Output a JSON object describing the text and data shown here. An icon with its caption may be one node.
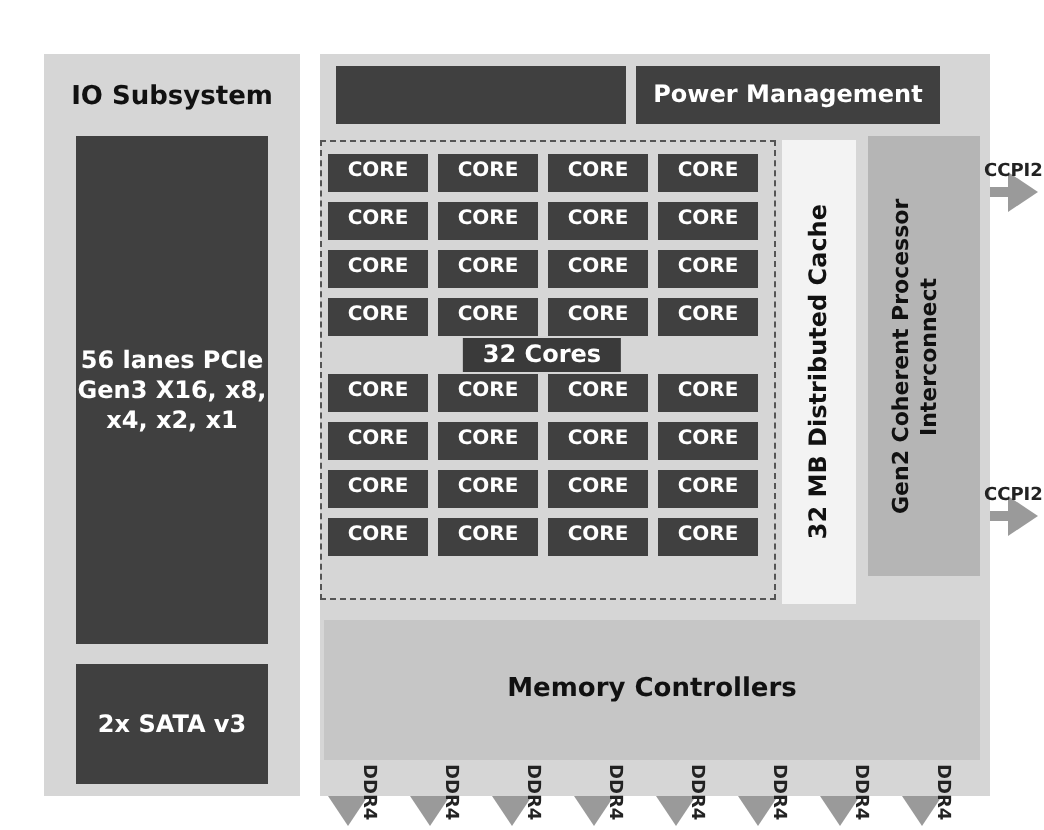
{
  "diagram": {
    "nodes": [
      {
        "text": [
          "IO Subsystem"
        ]
      },
      {
        "text": [
          "56 lanes PCIe Gen3 X16, x8, x4, x2, x1"
        ],
        "in": 0
      },
      {
        "text": [
          "2x SATA v3"
        ],
        "in": 0
      },
      {
        "text": [],
        "shape": "box"
      },
      {
        "text": [],
        "shape": "box",
        "in": 3
      },
      {
        "text": [
          "Power Management"
        ],
        "in": 3
      },
      {
        "text": [
          "32 Cores"
        ],
        "in": 3
      },
      {
        "text": [
          "CORE"
        ],
        "in": 6
      },
      {
        "text": [
          "CORE"
        ],
        "in": 6
      },
      {
        "text": [
          "CORE"
        ],
        "in": 6
      },
      {
        "text": [
          "CORE"
        ],
        "in": 6
      },
      {
        "text": [
          "CORE"
        ],
        "in": 6
      },
      {
        "text": [
          "CORE"
        ],
        "in": 6
      },
      {
        "text": [
          "CORE"
        ],
        "in": 6
      },
      {
        "text": [
          "CORE"
        ],
        "in": 6
      },
      {
        "text": [
          "CORE"
        ],
        "in": 6
      },
      {
        "text": [
          "CORE"
        ],
        "in": 6
      },
      {
        "text": [
          "CORE"
        ],
        "in": 6
      },
      {
        "text": [
          "CORE"
        ],
        "in": 6
      },
      {
        "text": [
          "CORE"
        ],
        "in": 6
      },
      {
        "text": [
          "CORE"
        ],
        "in": 6
      },
      {
        "text": [
          "CORE"
        ],
        "in": 6
      },
      {
        "text": [
          "CORE"
        ],
        "in": 6
      },
      {
        "text": [
          "CORE"
        ],
        "in": 6
      },
      {
        "text": [
          "CORE"
        ],
        "in": 6
      },
      {
        "text": [
          "CORE"
        ],
        "in": 6
      },
      {
        "text": [
          "CORE"
        ],
        "in": 6
      },
      {
        "text": [
          "CORE"
        ],
        "in": 6
      },
      {
        "text": [
          "CORE"
        ],
        "in": 6
      },
      {
        "text": [
          "CORE"
        ],
        "in": 6
      },
      {
        "text": [
          "CORE"
        ],
        "in": 6
      },
      {
        "text": [
          "CORE"
        ],
        "in": 6
      },
      {
        "text": [
          "CORE"
        ],
        "in": 6
      },
      {
        "text": [
          "CORE"
        ],
        "in": 6
      },
      {
        "text": [
          "CORE"
        ],
        "in": 6
      },
      {
        "text": [
          "CORE"
        ],
        "in": 6
      },
      {
        "text": [
          "CORE"
        ],
        "in": 6
      },
      {
        "text": [
          "CORE"
        ],
        "in": 6
      },
      {
        "text": [
          "CORE"
        ],
        "in": 6
      },
      {
        "text": [
          "32 MB Distributed Cache"
        ],
        "in": 3
      },
      {
        "text": [
          "Gen2 Coherent Processor Interconnect"
        ],
        "in": 3
      },
      {
        "text": [
          "Memory Controllers"
        ],
        "in": 3
      }
    ],
    "edges": [
      {
        "from": 40,
        "to": null,
        "arrow": "to",
        "label": "CCPI2"
      },
      {
        "from": 40,
        "to": null,
        "arrow": "to",
        "label": "CCPI2"
      },
      {
        "from": 41,
        "to": null,
        "arrow": "to",
        "label": "DDR4"
      },
      {
        "from": 41,
        "to": null,
        "arrow": "to",
        "label": "DDR4"
      },
      {
        "from": 41,
        "to": null,
        "arrow": "to",
        "label": "DDR4"
      },
      {
        "from": 41,
        "to": null,
        "arrow": "to",
        "label": "DDR4"
      },
      {
        "from": 41,
        "to": null,
        "arrow": "to",
        "label": "DDR4"
      },
      {
        "from": 41,
        "to": null,
        "arrow": "to",
        "label": "DDR4"
      },
      {
        "from": 41,
        "to": null,
        "arrow": "to",
        "label": "DDR4"
      },
      {
        "from": 41,
        "to": null,
        "arrow": "to",
        "label": "DDR4"
      }
    ]
  }
}
